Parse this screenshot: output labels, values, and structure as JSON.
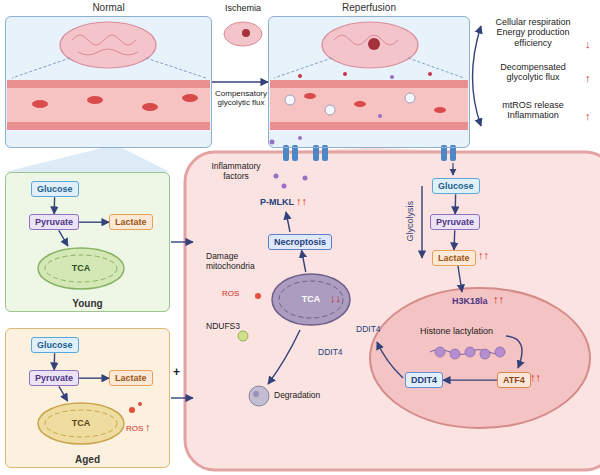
{
  "diagram": {
    "nodes": [
      {
        "text": [
          "Normal"
        ]
      },
      {
        "text": [
          "Reperfusion"
        ]
      },
      {
        "text": [
          "Young"
        ]
      },
      {
        "text": [
          "Glucose"
        ],
        "in": 2
      },
      {
        "text": [
          "Pyruvate"
        ],
        "in": 2
      },
      {
        "text": [
          "Lactate"
        ],
        "in": 2
      },
      {
        "text": [
          "TCA"
        ],
        "in": 2
      },
      {
        "text": [
          "Aged"
        ]
      },
      {
        "text": [
          "Glucose"
        ],
        "in": 7
      },
      {
        "text": [
          "Pyruvate"
        ],
        "in": 7
      },
      {
        "text": [
          "Lactate"
        ],
        "in": 7
      },
      {
        "text": [
          "TCA"
        ],
        "in": 7
      },
      {
        "text": [
          "Glucose"
        ]
      },
      {
        "text": [
          "Pyruvate"
        ]
      },
      {
        "text": [
          "Lactate"
        ]
      },
      {
        "text": [
          "DDIT4"
        ]
      },
      {
        "text": [
          "ATF4"
        ]
      },
      {
        "text": [
          "Necroptosis"
        ]
      },
      {
        "text": [
          "TCA"
        ]
      }
    ],
    "edges": [
      {
        "from": 0,
        "to": 1,
        "arrow": "to"
      },
      {
        "from": 3,
        "to": 4,
        "arrow": "to"
      },
      {
        "from": 4,
        "to": 5,
        "arrow": "to"
      },
      {
        "from": 4,
        "to": 6,
        "arrow": "to"
      },
      {
        "from": 8,
        "to": 9,
        "arrow": "to"
      },
      {
        "from": 9,
        "to": 10,
        "arrow": "to"
      },
      {
        "from": 9,
        "to": 11,
        "arrow": "to"
      },
      {
        "from": 12,
        "to": 13,
        "arrow": "to"
      },
      {
        "from": 13,
        "to": 14,
        "arrow": "to"
      },
      {
        "from": 16,
        "to": 15,
        "arrow": "to"
      },
      {
        "from": 18,
        "to": 17,
        "arrow": "to"
      }
    ],
    "labels": [
      "Ischemia",
      "Compensatory glycolytic flux",
      "Cellular respiration Energy production efficiency",
      "↓",
      "Decompensated glycolytic flux",
      "↑",
      "mtROS release Inflammation",
      "↑",
      "ROS",
      "↑",
      "+",
      "Inflammatory factors",
      "P-MLKL",
      "↑↑",
      "Damage mitochondria",
      "ROS",
      "↓↓",
      "NDUFS3",
      "DDIT4",
      "DDIT4",
      "Degradation",
      "Glycolysis",
      "↑↑",
      "H3K18la",
      "↑↑",
      "Histone lactylation",
      "↑↑"
    ]
  }
}
